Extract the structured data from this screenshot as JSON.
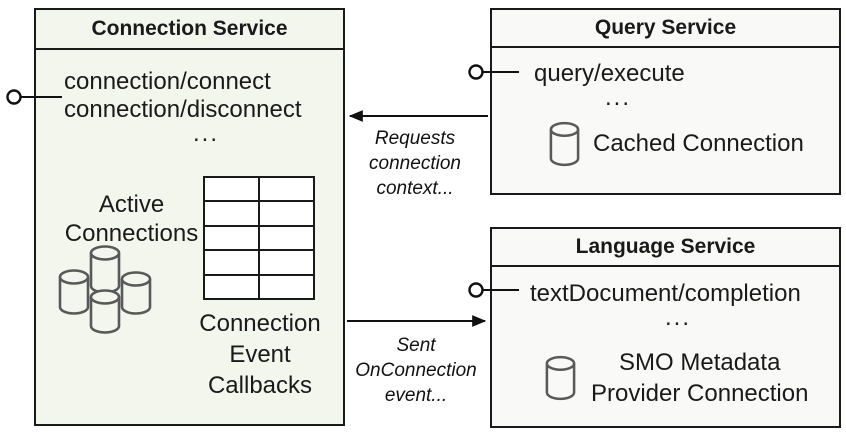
{
  "colors": {
    "connection-box-fill": "#f3f6ec",
    "service-box-fill": "#f9f9f8",
    "border": "#1a1a1a",
    "icon-stroke": "#595959"
  },
  "connection_service": {
    "title": "Connection Service",
    "methods": [
      "connection/connect",
      "connection/disconnect",
      "..."
    ],
    "active_connections_label": "Active\nConnections",
    "callbacks_label": "Connection\nEvent\nCallbacks",
    "table": {
      "rows": 5,
      "cols": 2
    }
  },
  "query_service": {
    "title": "Query Service",
    "methods": [
      "query/execute",
      "..."
    ],
    "cached_connection_label": "Cached Connection"
  },
  "language_service": {
    "title": "Language Service",
    "methods": [
      "textDocument/completion",
      "..."
    ],
    "smo_connection_label": "SMO Metadata\nProvider Connection"
  },
  "arrow_labels": {
    "requests": "Requests\nconnection\ncontext...",
    "sent": "Sent\nOnConnection\nevent..."
  }
}
